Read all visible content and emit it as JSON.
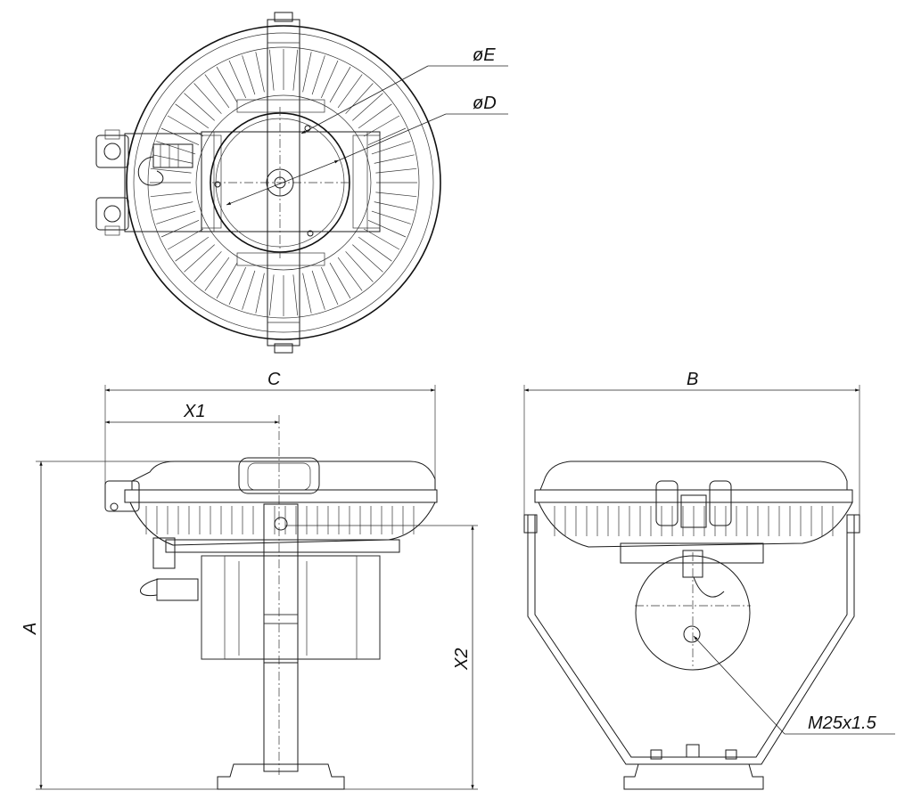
{
  "drawing": {
    "labels": {
      "phi_e": "øE",
      "phi_d": "øD",
      "c": "C",
      "b": "B",
      "x1": "X1",
      "x2": "X2",
      "a": "A",
      "thread": "M25x1.5"
    },
    "views": [
      "top-view",
      "front-view",
      "side-view"
    ]
  }
}
